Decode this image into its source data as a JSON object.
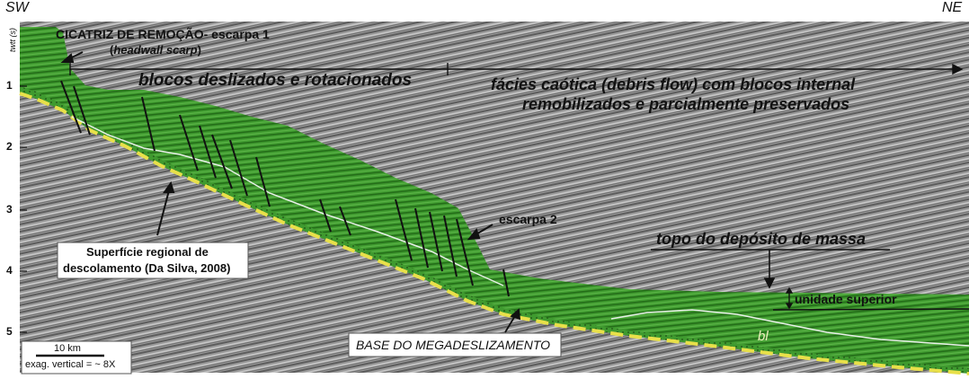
{
  "orientation": {
    "left": "SW",
    "right": "NE"
  },
  "axis": {
    "label": "twtt (s)",
    "ticks": [
      "1",
      "2",
      "3",
      "4",
      "5"
    ]
  },
  "labels": {
    "headwall_title": "CICATRIZ DE REMOÇÃO- escarpa 1",
    "headwall_open": "(",
    "headwall_sub": "headwall scarp",
    "headwall_close": ")",
    "blocks": "blocos deslizados e rotacionados",
    "chaotic_line1": "fácies caótica (debris flow) com blocos internal",
    "chaotic_line2": "remobilizados e parcialmente preservados",
    "escarpa2": "escarpa 2",
    "topo": "topo do depósito de massa",
    "unidade": "unidade superior",
    "bl": "bl",
    "base": "BASE DO MEGADESLIZAMENTO",
    "superficie_line1": "Superfície regional de",
    "superficie_line2": "descolamento (Da Silva, 2008)"
  },
  "scale": {
    "distance": "10 km",
    "exaggeration": "exag. vertical = ~ 8X"
  },
  "colors": {
    "deposit": "#3f9a2f",
    "deposit_dark": "#2a7a1e",
    "basement": "#8e8e8e",
    "detachment": "#e8e04a",
    "fault": "#111111"
  }
}
